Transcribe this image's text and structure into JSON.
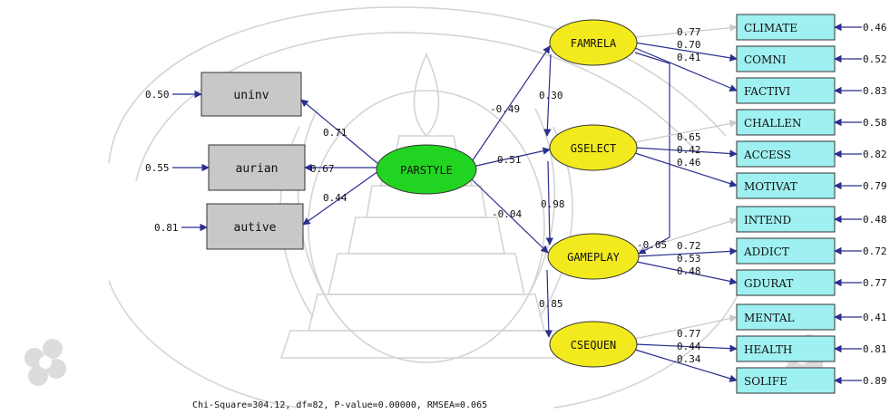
{
  "watermark": {
    "color": "#c9c9c9"
  },
  "colors": {
    "arrow": "#2b2f8f",
    "observed_left_fill": "#c8c8c8",
    "observed_right_fill": "#9ff0f0",
    "exogenous_fill": "#22d422",
    "endogenous_fill": "#f2ea1d",
    "text": "#111111"
  },
  "left_indicators": [
    {
      "label": "uninv",
      "error": "0.50"
    },
    {
      "label": "aurian",
      "error": "0.55"
    },
    {
      "label": "autive",
      "error": "0.81"
    }
  ],
  "exogenous": {
    "label": "PARSTYLE"
  },
  "left_loadings": [
    "0.71",
    "0.67",
    "0.44"
  ],
  "latents": [
    {
      "label": "FAMRELA"
    },
    {
      "label": "GSELECT"
    },
    {
      "label": "GAMEPLAY"
    },
    {
      "label": "CSEQUEN"
    }
  ],
  "path_coefficients": {
    "parstyle_famrela": "-0.49",
    "parstyle_gselect": "0.51",
    "parstyle_gameplay": "-0.04",
    "famrela_gselect": "0.30",
    "gselect_gameplay": "0.98",
    "famrela_gameplay": "-0.05",
    "gameplay_csequen": "0.85"
  },
  "right_indicators": [
    {
      "label": "CLIMATE",
      "error": "0.46",
      "loading": "0.77"
    },
    {
      "label": "COMNI",
      "error": "0.52",
      "loading": "0.70"
    },
    {
      "label": "FACTIVI",
      "error": "0.83",
      "loading": "0.41"
    },
    {
      "label": "CHALLEN",
      "error": "0.58",
      "loading": "0.65"
    },
    {
      "label": "ACCESS",
      "error": "0.82",
      "loading": "0.42"
    },
    {
      "label": "MOTIVAT",
      "error": "0.79",
      "loading": "0.46"
    },
    {
      "label": "INTEND",
      "error": "0.48",
      "loading": "0.72"
    },
    {
      "label": "ADDICT",
      "error": "0.72",
      "loading": "0.53"
    },
    {
      "label": "GDURAT",
      "error": "0.77",
      "loading": "0.48"
    },
    {
      "label": "MENTAL",
      "error": "0.41",
      "loading": "0.77"
    },
    {
      "label": "HEALTH",
      "error": "0.81",
      "loading": "0.44"
    },
    {
      "label": "SOLIFE",
      "error": "0.89",
      "loading": "0.34"
    }
  ],
  "fit_statistics": "Chi-Square=304.12, df=82, P-value=0.00000, RMSEA=0.065"
}
